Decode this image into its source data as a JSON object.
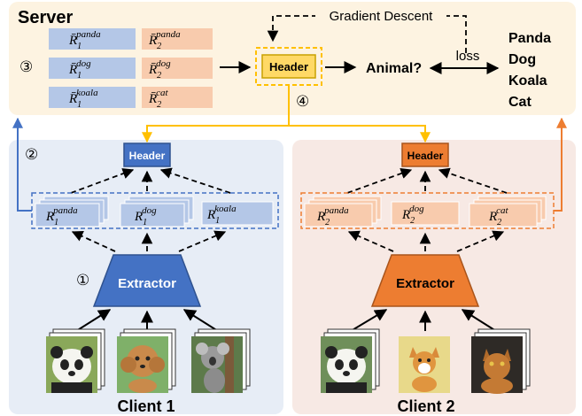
{
  "server": {
    "title": "Server",
    "step3": "③",
    "step4": "④",
    "header_label": "Header",
    "question": "Animal?",
    "loss_label": "loss",
    "gradient_label": "Gradient Descent",
    "classes": [
      "Panda",
      "Dog",
      "Koala",
      "Cat"
    ],
    "client1_protos": [
      {
        "base": "R̄",
        "sub": "1",
        "sup": "panda"
      },
      {
        "base": "R̄",
        "sub": "1",
        "sup": "dog"
      },
      {
        "base": "R̄",
        "sub": "1",
        "sup": "koala"
      }
    ],
    "client2_protos": [
      {
        "base": "R̄",
        "sub": "2",
        "sup": "panda"
      },
      {
        "base": "R̄",
        "sub": "2",
        "sup": "dog"
      },
      {
        "base": "R̄",
        "sub": "2",
        "sup": "cat"
      }
    ]
  },
  "client1": {
    "name": "Client 1",
    "step1": "①",
    "step2": "②",
    "header_label": "Header",
    "extractor_label": "Extractor",
    "reps": [
      {
        "base": "R",
        "sub": "1",
        "sup": "panda"
      },
      {
        "base": "R",
        "sub": "1",
        "sup": "dog"
      },
      {
        "base": "R",
        "sub": "1",
        "sup": "koala"
      }
    ],
    "images": [
      "panda-photo-icon",
      "dog-photo-icon",
      "koala-photo-icon"
    ]
  },
  "client2": {
    "name": "Client 2",
    "header_label": "Header",
    "extractor_label": "Extractor",
    "reps": [
      {
        "base": "R",
        "sub": "2",
        "sup": "panda"
      },
      {
        "base": "R",
        "sub": "2",
        "sup": "dog"
      },
      {
        "base": "R",
        "sub": "2",
        "sup": "cat"
      }
    ],
    "images": [
      "panda-photo-icon",
      "dog-photo-icon",
      "cat-photo-icon"
    ]
  },
  "colors": {
    "server_bg": "#fdf3e1",
    "client1_bg": "#e7edf6",
    "client2_bg": "#f7e9e4",
    "blue": "#4472c4",
    "blue_light": "#b4c7e7",
    "orange": "#ed7d31",
    "orange_light": "#f8cbad",
    "gold": "#ffc000",
    "gold_fill": "#ffd966"
  }
}
